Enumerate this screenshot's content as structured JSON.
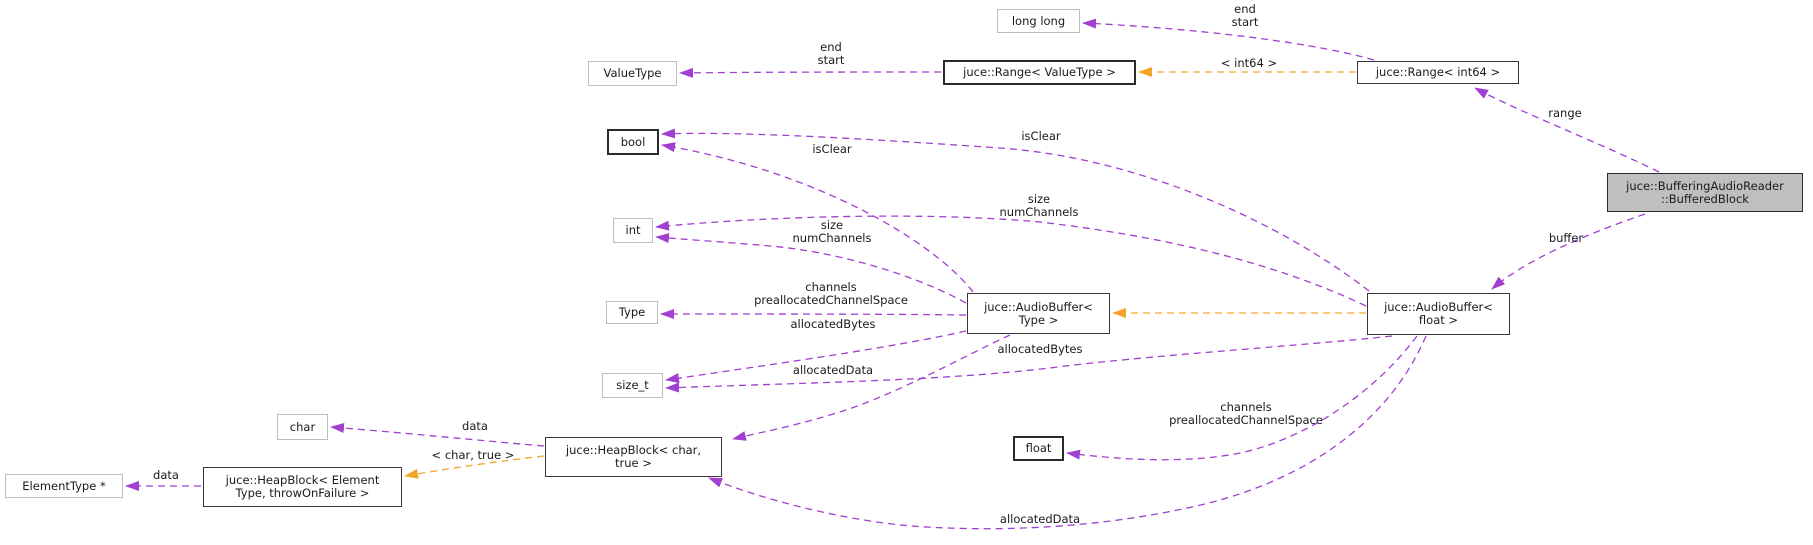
{
  "colors": {
    "usage_edge_purple": "#A03FD0",
    "template_edge_orange": "#F5A42A",
    "current_node_fill": "#BFBFBF",
    "node_border_dark": "#363636",
    "node_border_light": "#BDBDBD",
    "background": "#FFFFFF"
  },
  "nodes": {
    "long_long": {
      "label": "long long"
    },
    "value_type": {
      "label": "ValueType"
    },
    "range_value_type": {
      "label": "juce::Range< ValueType >"
    },
    "range_int64": {
      "label": "juce::Range< int64 >"
    },
    "bool": {
      "label": "bool"
    },
    "int": {
      "label": "int"
    },
    "type": {
      "label": "Type"
    },
    "size_t": {
      "label": "size_t"
    },
    "char": {
      "label": "char"
    },
    "audio_buffer_type": {
      "label": "juce::AudioBuffer<\nType >"
    },
    "audio_buffer_float": {
      "label": "juce::AudioBuffer<\nfloat >"
    },
    "buffered_block": {
      "label": "juce::BufferingAudioReader\n::BufferedBlock"
    },
    "float": {
      "label": "float"
    },
    "heap_block_char_true": {
      "label": "juce::HeapBlock< char,\ntrue >"
    },
    "heap_block_element_type": {
      "label": "juce::HeapBlock< Element\nType, throwOnFailure >"
    },
    "element_type_ptr": {
      "label": "ElementType *"
    }
  },
  "edge_labels": {
    "end_start_top": "end\nstart",
    "end_start_left": "end\nstart",
    "template_int64": "< int64 >",
    "range": "range",
    "buffer": "buffer",
    "is_clear_type": "isClear",
    "is_clear_float": "isClear",
    "size_num_channels_type": "size\nnumChannels",
    "size_num_channels_float": "size\nnumChannels",
    "channels_prealloc_type": "channels\npreallocatedChannelSpace",
    "channels_prealloc_float": "channels\npreallocatedChannelSpace",
    "allocated_bytes_type": "allocatedBytes",
    "allocated_bytes_float": "allocatedBytes",
    "allocated_data_type": "allocatedData",
    "allocated_data_float": "allocatedData",
    "data_char": "data",
    "template_char_true": "< char, true >",
    "data_element": "data"
  }
}
